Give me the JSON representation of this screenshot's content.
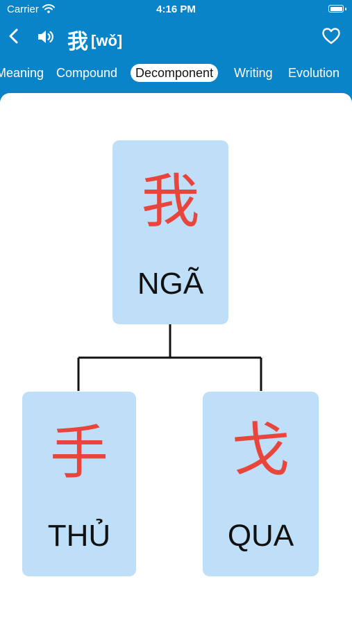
{
  "status_bar": {
    "carrier": "Carrier",
    "time": "4:16 PM"
  },
  "header": {
    "character": "我",
    "pinyin": "[wǒ]",
    "icons": {
      "back": "chevron-left-icon",
      "sound": "speaker-icon",
      "favorite": "heart-icon"
    }
  },
  "tabs": [
    "Meaning",
    "Compound",
    "Decomponent",
    "Writing",
    "Evolution"
  ],
  "active_tab": "Decomponent",
  "decomposition": {
    "root": {
      "character": "我",
      "han_viet": "NGÃ"
    },
    "components": [
      {
        "character": "手",
        "han_viet": "THỦ"
      },
      {
        "character": "戈",
        "han_viet": "QUA"
      }
    ]
  },
  "colors": {
    "primary": "#0a84c8",
    "card": "#bfdff8",
    "hanzi": "#e8463c"
  }
}
